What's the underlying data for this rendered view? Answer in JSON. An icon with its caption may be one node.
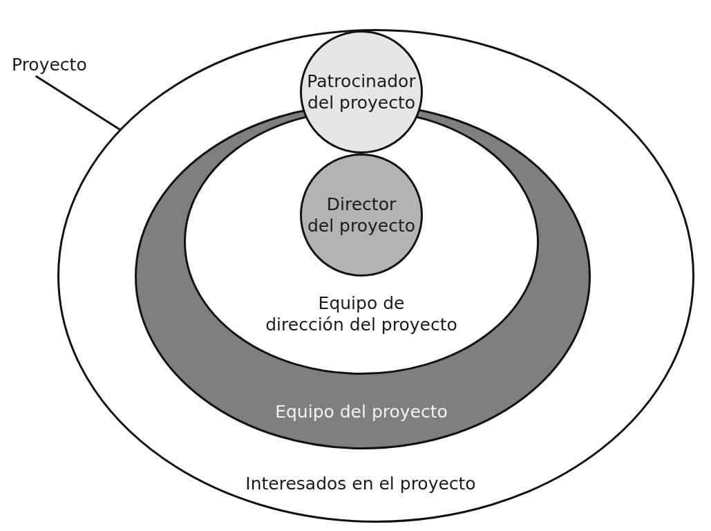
{
  "diagram": {
    "nodes": [
      {
        "text": [
          "Proyecto"
        ]
      },
      {
        "text": [
          "Interesados en el proyecto"
        ]
      },
      {
        "text": [
          "Patrocinador del proyecto"
        ],
        "in": 1
      },
      {
        "text": [
          "Equipo del proyecto"
        ],
        "in": 1
      },
      {
        "text": [
          "Equipo de dirección del proyecto"
        ],
        "in": 3
      },
      {
        "text": [
          "Director del proyecto"
        ],
        "in": 4
      }
    ],
    "edges": [
      {
        "from": 0,
        "to": 1,
        "arrow": "none"
      }
    ]
  }
}
